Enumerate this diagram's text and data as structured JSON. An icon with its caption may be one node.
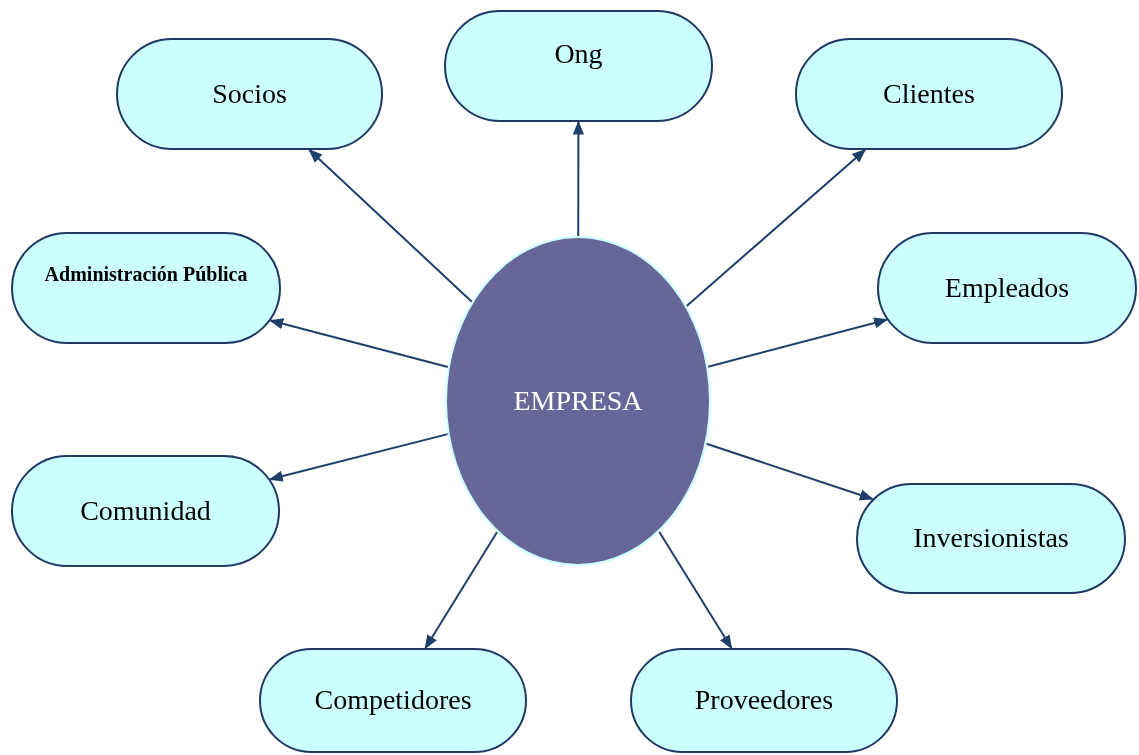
{
  "diagram": {
    "nodes": [
      {
        "text": [
          "Ong"
        ]
      },
      {
        "text": [
          "Socios"
        ]
      },
      {
        "text": [
          "Clientes"
        ]
      },
      {
        "text": [
          "Administración Pública"
        ]
      },
      {
        "text": [
          "Empleados"
        ]
      },
      {
        "text": [
          "EMPRESA"
        ]
      },
      {
        "text": [
          "Comunidad"
        ]
      },
      {
        "text": [
          "Inversionistas"
        ]
      },
      {
        "text": [
          "Competidores"
        ]
      },
      {
        "text": [
          "Proveedores"
        ]
      }
    ],
    "edges": [
      {
        "from": 5,
        "to": 0,
        "arrow": "to"
      },
      {
        "from": 5,
        "to": 1,
        "arrow": "to"
      },
      {
        "from": 5,
        "to": 2,
        "arrow": "to"
      },
      {
        "from": 5,
        "to": 3,
        "arrow": "to"
      },
      {
        "from": 5,
        "to": 4,
        "arrow": "to"
      },
      {
        "from": 5,
        "to": 6,
        "arrow": "to"
      },
      {
        "from": 5,
        "to": 7,
        "arrow": "to"
      },
      {
        "from": 5,
        "to": 8,
        "arrow": "to"
      },
      {
        "from": 5,
        "to": 9,
        "arrow": "to"
      }
    ]
  }
}
